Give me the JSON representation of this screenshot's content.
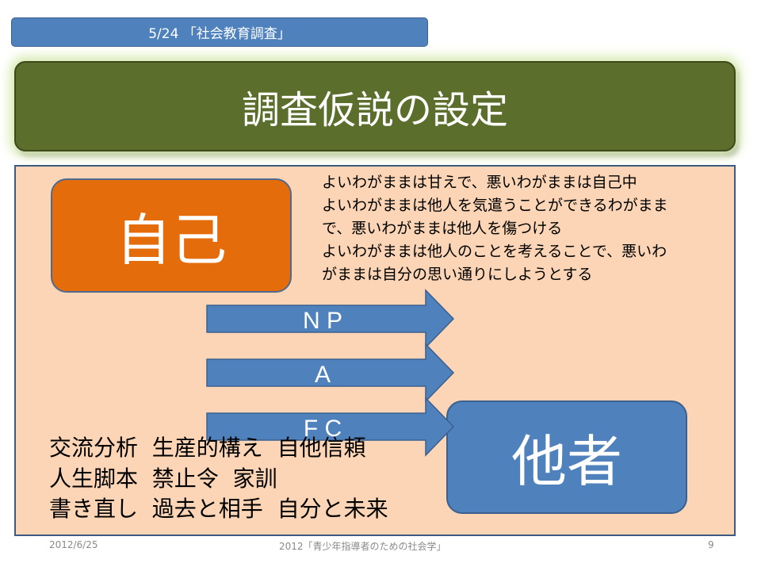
{
  "header_tag": "5/24 「社会教育調査」",
  "title": "調査仮説の設定",
  "self_box": "自己",
  "other_box": "他者",
  "notes": [
    "よいわがままは甘えで、悪いわがままは自己中",
    "よいわがままは他人を気遣うことができるわがまま",
    "で、悪いわがままは他人を傷つける",
    "よいわがままは他人のことを考えることで、悪いわ",
    "がままは自分の思い通りにしようとする"
  ],
  "arrows": [
    {
      "label": "N P"
    },
    {
      "label": "A"
    },
    {
      "label": "F C"
    }
  ],
  "terms": [
    "交流分析  生産的構え  自他信頼",
    "人生脚本  禁止令  家訓",
    "書き直し  過去と相手  自分と未来"
  ],
  "footer": {
    "date": "2012/6/25",
    "center": "2012「青少年指導者のための社会学」",
    "page": "9"
  },
  "colors": {
    "arrow": "#4f81bd",
    "self": "#e46c0a",
    "title": "#5b6e2c",
    "panel": "#fbd5b5"
  }
}
